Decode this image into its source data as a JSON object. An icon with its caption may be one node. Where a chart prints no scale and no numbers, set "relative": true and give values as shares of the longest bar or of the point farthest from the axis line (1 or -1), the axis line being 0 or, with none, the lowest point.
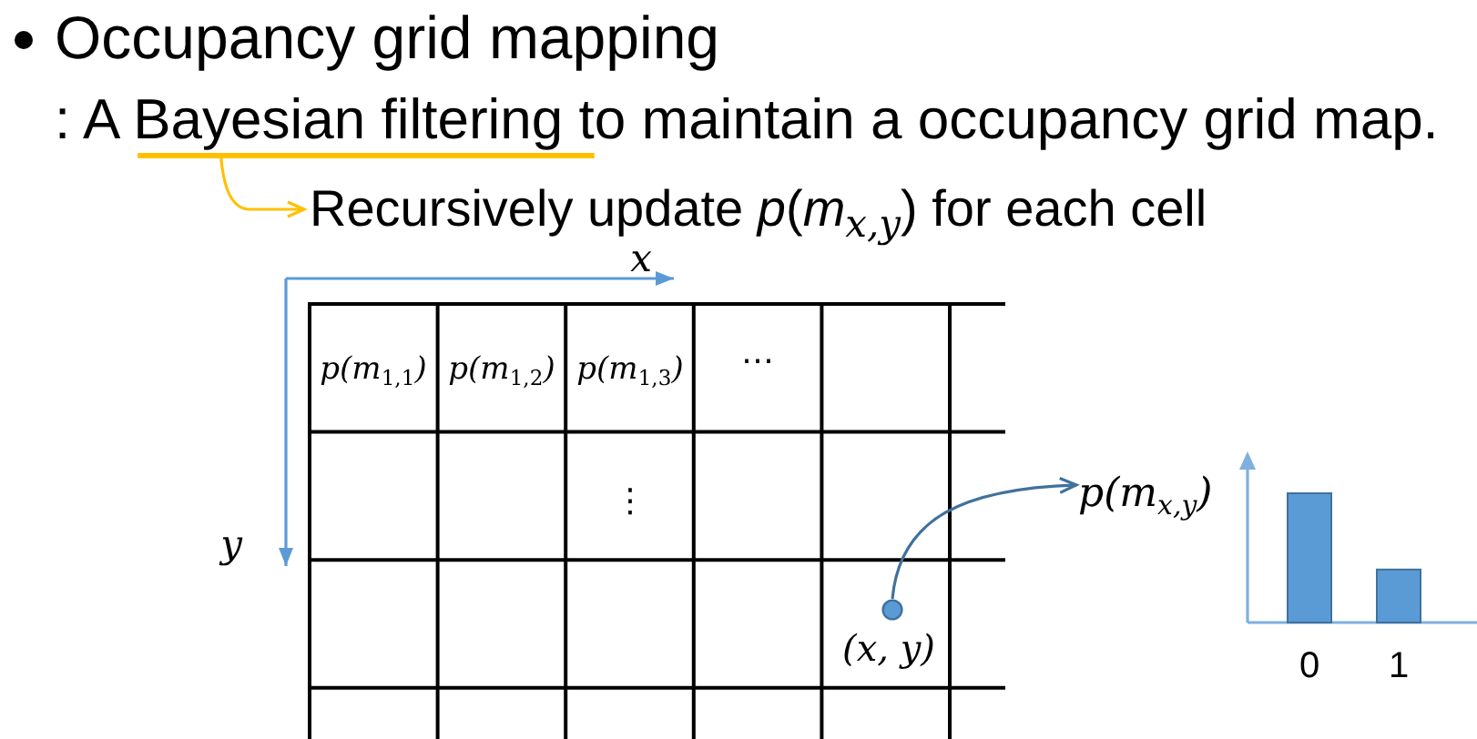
{
  "diagram": {
    "title": "Occupancy grid mapping",
    "nodes": [
      {
        "text": [
          ": A Bayesian filtering to maintain a occupancy grid map."
        ]
      },
      {
        "text": [
          "Recursively update *p*(*m*$_{x,y}$) for each cell"
        ]
      },
      {
        "text": [],
        "shape": "circle",
        "beside": [
          "(x, y)"
        ]
      },
      {
        "text": [
          "p(m$_{x,y}$)"
        ]
      }
    ],
    "edges": [
      {
        "from": 0,
        "to": 1,
        "arrow": "to",
        "color": "#ffc000"
      },
      {
        "from": 2,
        "to": 3,
        "arrow": "to",
        "color": "#41719c"
      }
    ],
    "labels": [
      "x",
      "y",
      "p(m$_{1,1}$)",
      "p(m$_{1,2}$)",
      "p(m$_{1,3}$)",
      "⋯",
      "⋮"
    ],
    "chart_data": {
      "type": "bar",
      "relative": true,
      "categories": [
        "0",
        "1"
      ],
      "values": [
        1,
        0.41
      ]
    }
  }
}
